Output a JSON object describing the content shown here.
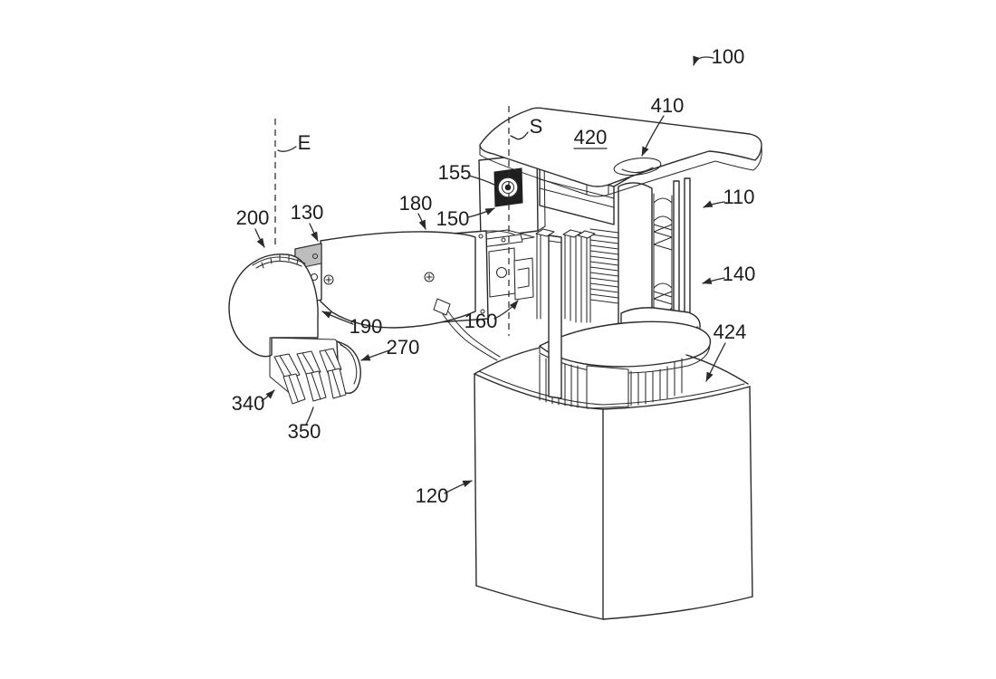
{
  "figure": {
    "type": "patent-line-drawing",
    "background_color": "#ffffff",
    "line_color": "#2a2a2a",
    "description": "Isometric patent-style line drawing of a prosthetic hand and arm mounted on a test fixture with column, table plate and base box"
  },
  "labels": {
    "ref100": "100",
    "ref410": "410",
    "ref420": "420",
    "refS": "S",
    "ref155": "155",
    "ref150": "150",
    "ref180": "180",
    "ref130": "130",
    "ref200": "200",
    "refE": "E",
    "ref190": "190",
    "ref270": "270",
    "ref340": "340",
    "ref350": "350",
    "ref160": "160",
    "ref110": "110",
    "ref140": "140",
    "ref424": "424",
    "ref120": "120"
  }
}
